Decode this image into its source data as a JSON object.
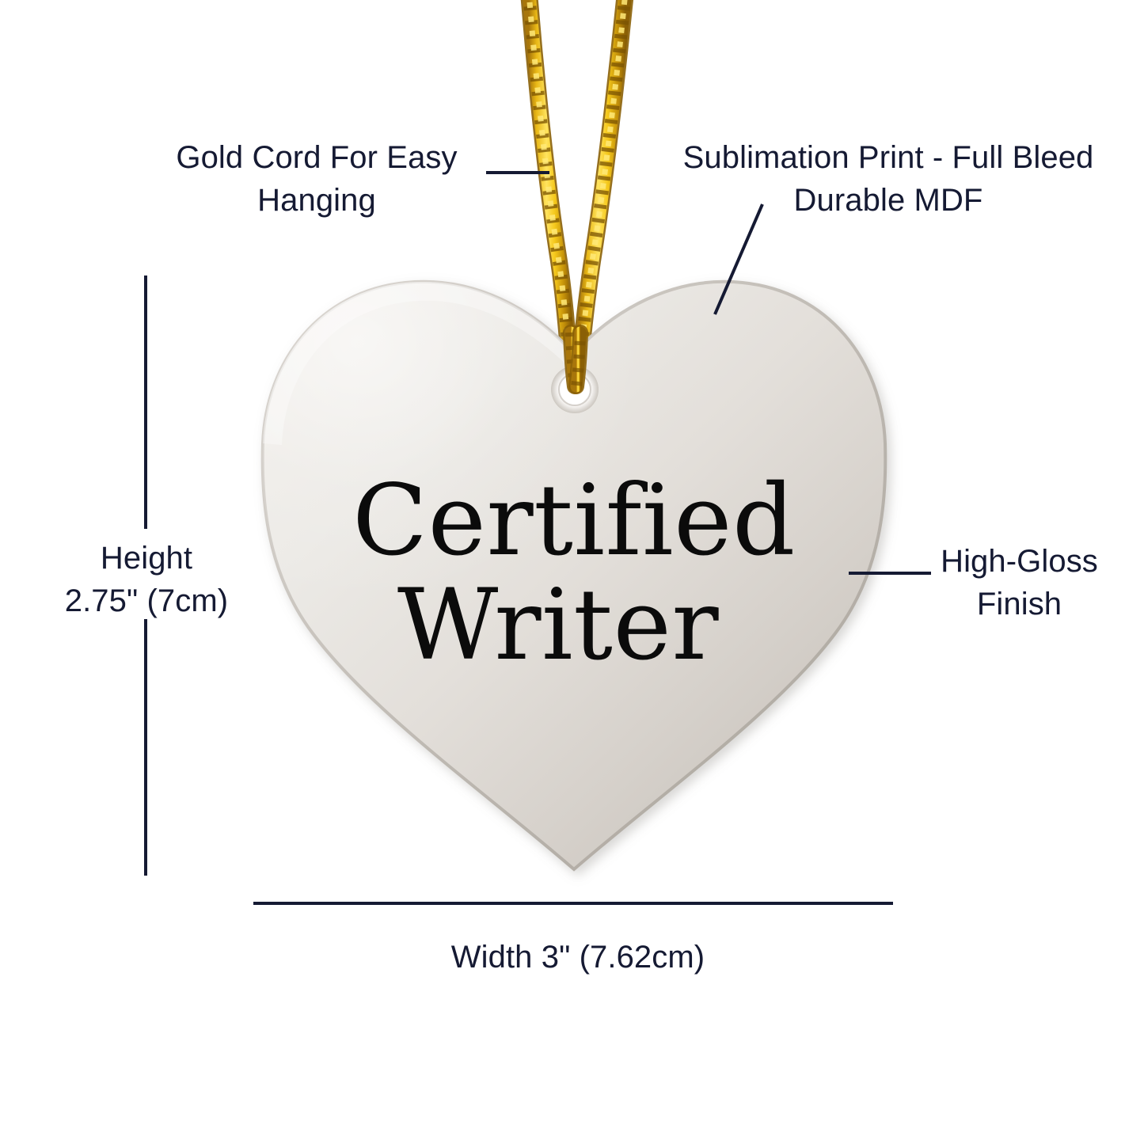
{
  "product": {
    "type": "heart-shaped ceramic ornament",
    "ornament_text_line_1": "Certified",
    "ornament_text_line_2": "Writer",
    "surface_color": "#e7e3df",
    "surface_edge_color": "#c7c2bb",
    "cord_color": "#f2c21c",
    "cord_shadow_color": "#a0730a"
  },
  "callouts": {
    "gold_cord": "Gold Cord For Easy\nHanging",
    "sublimation": "Sublimation Print - Full Bleed\nDurable MDF",
    "high_gloss": "High-Gloss\nFinish"
  },
  "dimensions": {
    "height_label": "Height\n2.75\" (7cm)",
    "height_value": "2.75\"",
    "height_metric": "7cm",
    "width_label": "Width 3\" (7.62cm)",
    "width_value": "3\"",
    "width_metric": "7.62cm"
  },
  "colors": {
    "text": "#151a33",
    "ornament_text": "#0b0b0b",
    "leader_line": "#151a33",
    "background": "#ffffff"
  }
}
